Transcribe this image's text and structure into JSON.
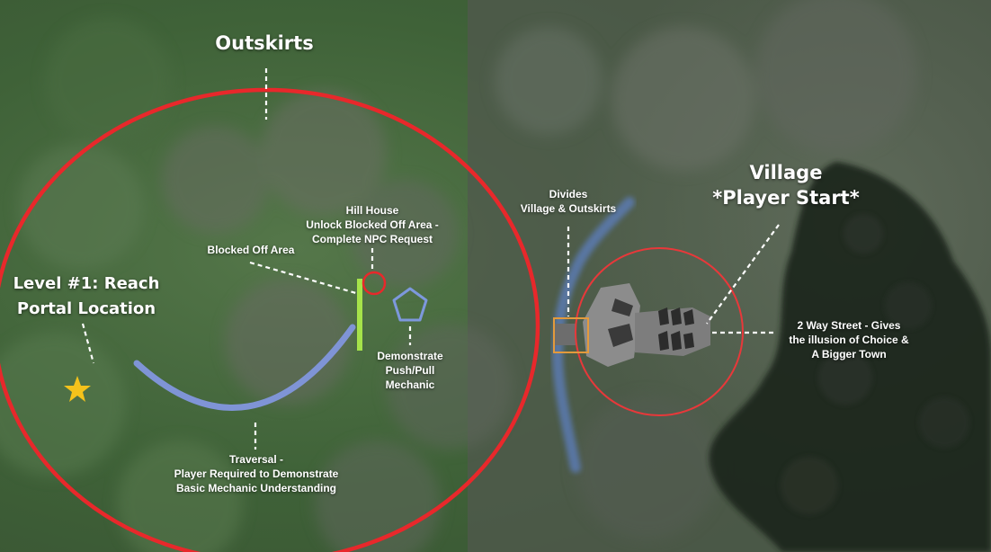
{
  "labels": {
    "outskirts": "Outskirts",
    "village_line1": "Village",
    "village_line2": "*Player Start*",
    "level1_line1": "Level #1: Reach",
    "level1_line2": "Portal Location",
    "blocked_off": "Blocked Off Area",
    "hill_house_line1": "Hill House",
    "hill_house_line2": "Unlock Blocked Off Area -",
    "hill_house_line3": "Complete NPC Request",
    "divides_line1": "Divides",
    "divides_line2": "Village & Outskirts",
    "push_pull_line1": "Demonstrate",
    "push_pull_line2": "Push/Pull",
    "push_pull_line3": "Mechanic",
    "traversal_line1": "Traversal -",
    "traversal_line2": "Player Required to Demonstrate",
    "traversal_line3": "Basic Mechanic Understanding",
    "two_way_line1": "2 Way Street - Gives",
    "two_way_line2": "the illusion of Choice &",
    "two_way_line3": "A Bigger Town"
  },
  "colors": {
    "outskirts_ring": "#e8282b",
    "village_ring": "#e8383a",
    "traversal_arc": "#7f94d6",
    "blocked_bar": "#a6e34a",
    "hill_house_marker": "#e8282b",
    "push_pull_marker": "#7d98dc",
    "divider_box": "#e39a3c",
    "portal_star": "#f4c21b",
    "river": "#5d7fc0",
    "terrain_green": "#48703f",
    "terrain_gray": "#5e655b",
    "dark_cliff": "#1d231d"
  },
  "icons": {
    "portal": "star-icon",
    "hill_house": "circle-marker-icon",
    "push_pull": "pentagon-marker-icon",
    "divider": "square-marker-icon"
  }
}
